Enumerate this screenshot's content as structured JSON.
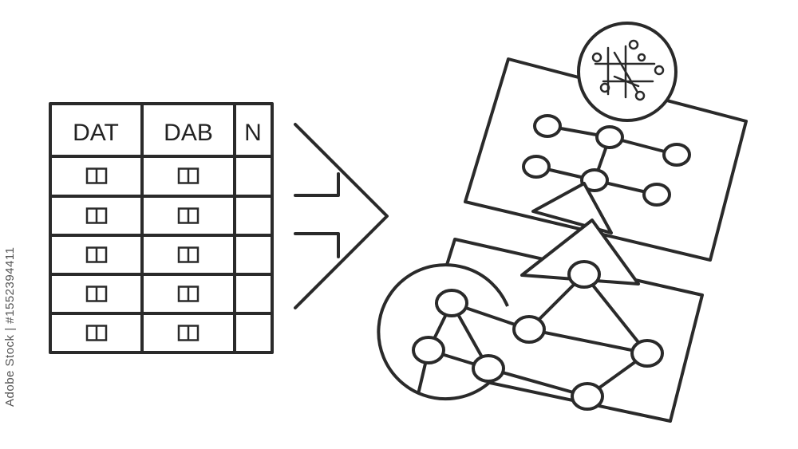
{
  "table": {
    "headers": [
      "DAT",
      "DAB",
      "N"
    ],
    "row_count": 5,
    "cell_glyph": "split-square-icon"
  },
  "watermark": "Adobe Stock | #1552394411",
  "colors": {
    "ink": "#2a2a2a",
    "background": "#ffffff"
  }
}
